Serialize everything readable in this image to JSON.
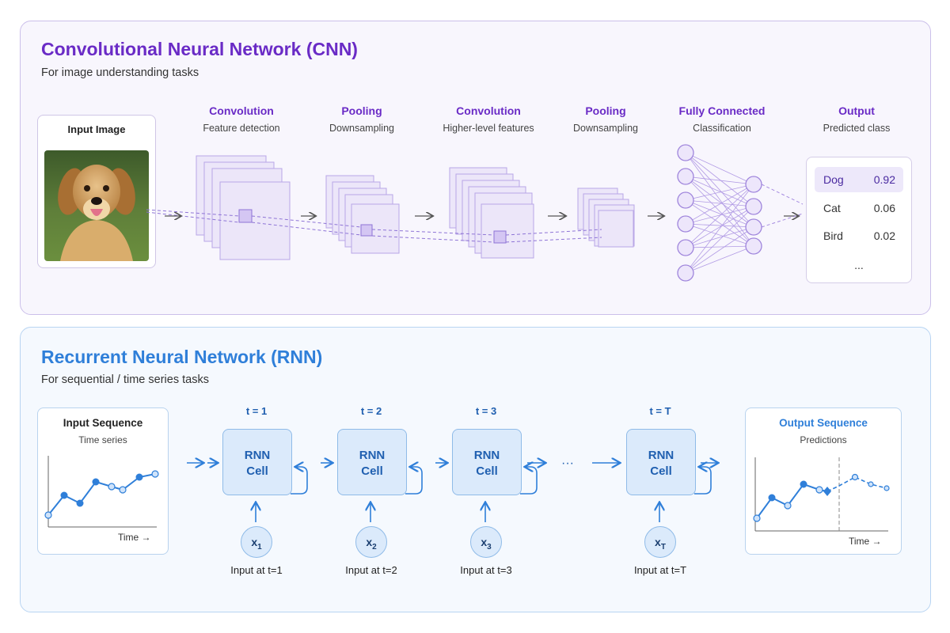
{
  "cnn": {
    "title": "Convolutional Neural Network (CNN)",
    "subtitle": "For image understanding tasks",
    "input_label": "Input Image",
    "stages": [
      {
        "title": "Convolution",
        "sub": "Feature detection"
      },
      {
        "title": "Pooling",
        "sub": "Downsampling"
      },
      {
        "title": "Convolution",
        "sub": "Higher-level features"
      },
      {
        "title": "Pooling",
        "sub": "Downsampling"
      },
      {
        "title": "Fully Connected",
        "sub": "Classification"
      },
      {
        "title": "Output",
        "sub": "Predicted class"
      }
    ],
    "outputs": [
      {
        "label": "Dog",
        "value": "0.92"
      },
      {
        "label": "Cat",
        "value": "0.06"
      },
      {
        "label": "Bird",
        "value": "0.02"
      }
    ],
    "outputs_more": "...",
    "colors": {
      "accent": "#6a2bc6",
      "panel_border": "#cbbfea",
      "panel_bg": "#f8f6fd"
    }
  },
  "rnn": {
    "title": "Recurrent Neural Network (RNN)",
    "subtitle": "For sequential / time series tasks",
    "input_seq": {
      "title": "Input Sequence",
      "sub": "Time series",
      "axis": "Time →"
    },
    "output_seq": {
      "title": "Output Sequence",
      "sub": "Predictions",
      "axis": "Time →"
    },
    "cells": [
      {
        "t": "t = 1",
        "line1": "RNN",
        "line2": "Cell",
        "x": "x",
        "x_sub": "1",
        "input": "Input at t=1"
      },
      {
        "t": "t = 2",
        "line1": "RNN",
        "line2": "Cell",
        "x": "x",
        "x_sub": "2",
        "input": "Input at t=2"
      },
      {
        "t": "t = 3",
        "line1": "RNN",
        "line2": "Cell",
        "x": "x",
        "x_sub": "3",
        "input": "Input at t=3"
      },
      {
        "t": "t = T",
        "line1": "RNN",
        "line2": "Cell",
        "x": "x",
        "x_sub": "T",
        "input": "Input at t=T"
      }
    ],
    "ellipsis": "···",
    "colors": {
      "accent": "#2f7fd9",
      "panel_border": "#b8d4f2",
      "panel_bg": "#f5f9fe"
    }
  },
  "icons": [
    "dog-photo",
    "feature-map-stack",
    "neuron-node",
    "arrow-right-icon",
    "recurrent-loop-icon"
  ]
}
